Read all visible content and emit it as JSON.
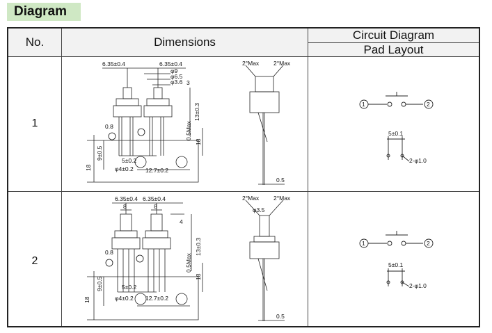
{
  "section_tab": "Diagram",
  "header": {
    "no": "No.",
    "dimensions": "Dimensions",
    "circuit_diagram": "Circuit Diagram",
    "pad_layout": "Pad Layout"
  },
  "rows": [
    {
      "no": "1",
      "dims": {
        "pitch_left": "6.35±0.4",
        "pitch_right": "6.35±0.4",
        "d_phi9": "φ9",
        "d_phi65": "φ6.5",
        "d_phi36": "φ3.6",
        "d_3": "3",
        "d_13": "13±0.3",
        "d_05max": "0.5Max",
        "d_18a": "18",
        "d_08": "0.8",
        "d_95": "9±0.5",
        "d_18b": "18",
        "d_5": "5±0.2",
        "d_phi4": "φ4±0.2",
        "d_127": "12.7±0.2",
        "angle_left": "2°Max",
        "angle_right": "2°Max",
        "d_05": "0.5"
      },
      "circuit": {
        "pin1": "1",
        "pin2": "2"
      },
      "pad": {
        "spacing": "5±0.1",
        "hole": "2-φ1.0"
      }
    },
    {
      "no": "2",
      "dims": {
        "pitch_left": "6.35±0.4",
        "pitch_right": "6.35±0.4",
        "d_8a": "8",
        "d_8b": "8",
        "d_4": "4",
        "d_13": "13±0.3",
        "d_05max": "0.5Max",
        "d_18a": "18",
        "d_08": "0.8",
        "d_95": "9±0.5",
        "d_18b": "18",
        "d_5": "5±0.2",
        "d_phi4": "φ4±0.2",
        "d_127": "12.7±0.2",
        "angle_left": "2°Max",
        "angle_right": "2°Max",
        "d_phi35": "φ3.5",
        "d_05": "0.5"
      },
      "circuit": {
        "pin1": "1",
        "pin2": "2"
      },
      "pad": {
        "spacing": "5±0.1",
        "hole": "2-φ1.0"
      }
    }
  ]
}
